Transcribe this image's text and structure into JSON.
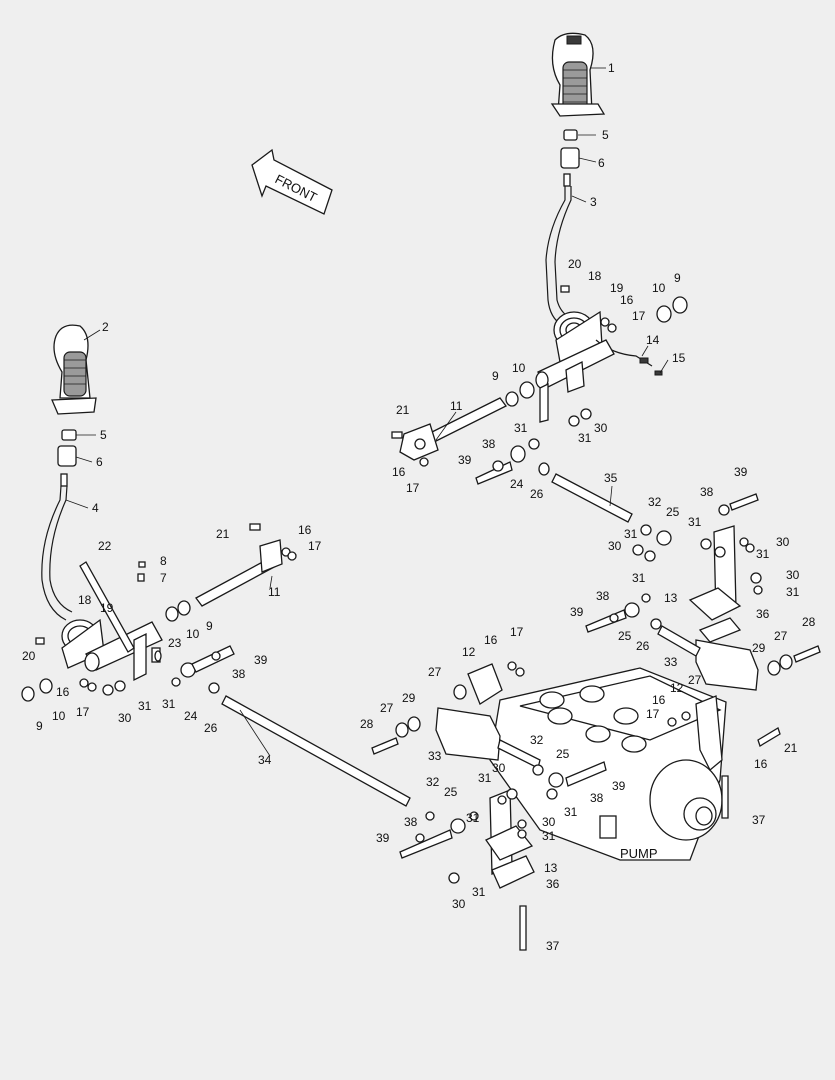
{
  "diagram": {
    "front_label": "FRONT",
    "pump_label": "PUMP",
    "callouts": [
      "1",
      "2",
      "3",
      "4",
      "5",
      "6",
      "7",
      "8",
      "9",
      "10",
      "11",
      "12",
      "13",
      "14",
      "15",
      "16",
      "17",
      "18",
      "19",
      "20",
      "21",
      "22",
      "23",
      "24",
      "25",
      "26",
      "27",
      "28",
      "29",
      "30",
      "31",
      "32",
      "33",
      "34",
      "35",
      "36",
      "37",
      "38",
      "39"
    ]
  }
}
